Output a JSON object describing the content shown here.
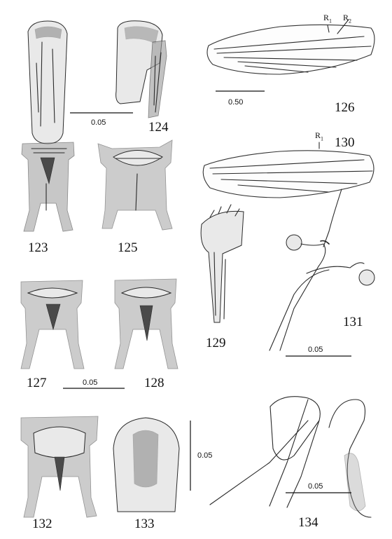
{
  "figure_labels": {
    "f123": "123",
    "f124": "124",
    "f125": "125",
    "f126": "126",
    "f127": "127",
    "f128": "128",
    "f129": "129",
    "f130": "130",
    "f131": "131",
    "f132": "132",
    "f133": "133",
    "f134": "134"
  },
  "scale_bars": {
    "s_124": "0.05",
    "s_126": "0.50",
    "s_127": "0.05",
    "s_131": "0.05",
    "s_133": "0.05",
    "s_134": "0.05"
  },
  "vein_labels": {
    "r1_126": "R",
    "r1_126_sub": "1",
    "r2_126": "R",
    "r2_126_sub": "2",
    "r1_130": "R",
    "r1_130_sub": "1"
  }
}
